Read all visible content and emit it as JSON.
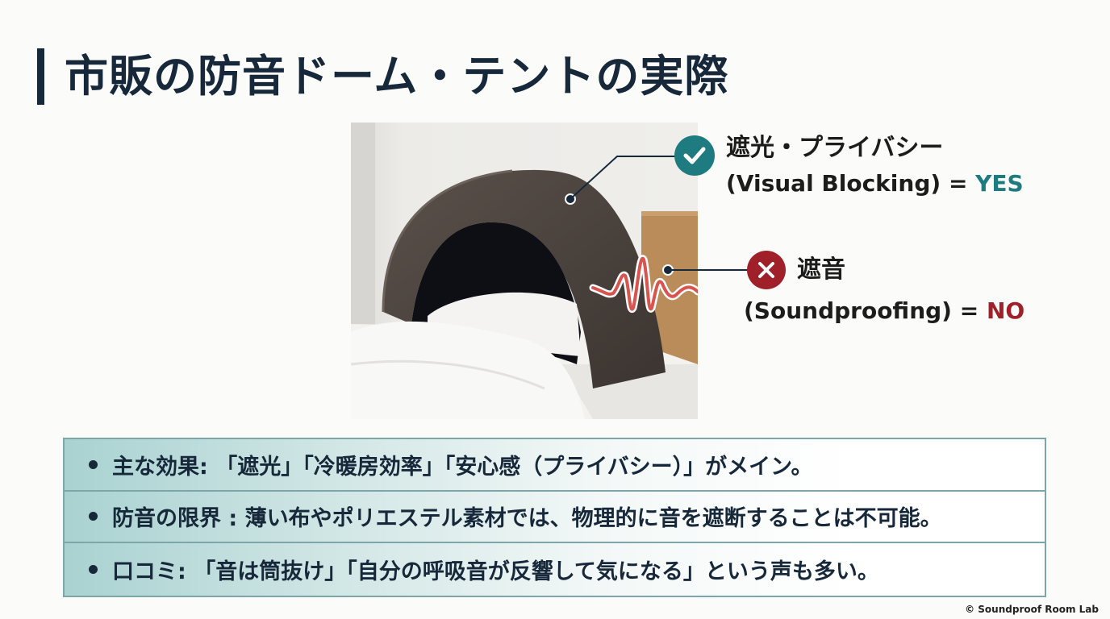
{
  "slide": {
    "title": "市販の防音ドーム・テントの実際",
    "image": {
      "description": "bed-tent-dome-over-pillow-photo",
      "annotations": {
        "sound_wave_icon": "sound-wave-icon"
      }
    },
    "callouts": [
      {
        "icon": "check-icon",
        "icon_color": "#1e7b80",
        "label_jp": "遮光・プライバシー",
        "label_en": "(Visual Blocking)",
        "equals": "=",
        "verdict": "YES",
        "verdict_color": "#1e7b80"
      },
      {
        "icon": "cross-icon",
        "icon_color": "#a0202a",
        "label_jp": "遮音",
        "label_en": "(Soundproofing)",
        "equals": "=",
        "verdict": "NO",
        "verdict_color": "#a0202a"
      }
    ],
    "points": [
      {
        "text": "主な効果: 「遮光」「冷暖房効率」「安心感（プライバシー）」がメイン。"
      },
      {
        "text": "防音の限界 : 薄い布やポリエステル素材では、物理的に音を遮断することは不可能。"
      },
      {
        "text": "口コミ: 「音は筒抜け」「自分の呼吸音が反響して気になる」という声も多い。"
      }
    ],
    "copyright": "© Soundproof Room Lab"
  },
  "colors": {
    "title": "#17283a",
    "accent_yes": "#1e7b80",
    "accent_no": "#a0202a",
    "table_border": "#7ea5a8",
    "table_gradient_start": "#a9d2d1"
  }
}
